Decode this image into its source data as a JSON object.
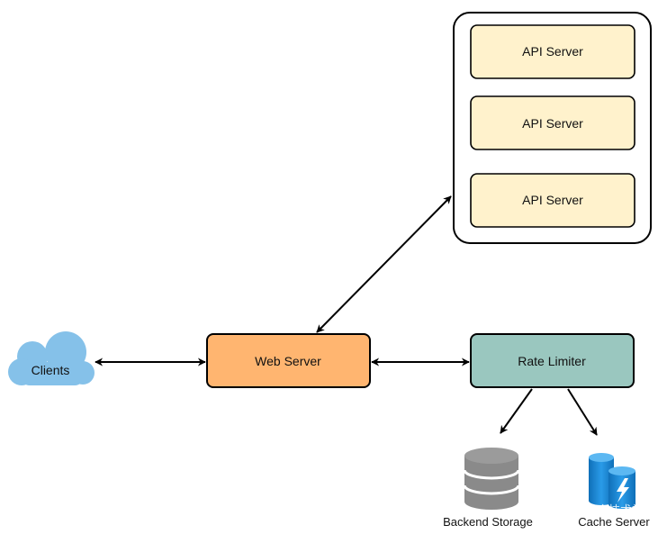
{
  "nodes": {
    "api_servers": [
      "API Server",
      "API Server",
      "API Server"
    ],
    "web_server": "Web Server",
    "rate_limiter": "Rate Limiter",
    "clients": "Clients",
    "backend_storage": "Backend Storage",
    "cache_server": "Cache Server"
  },
  "watermark": "@稀土掘金技术社区",
  "colors": {
    "api_fill": "#fff2cc",
    "web_fill": "#ffb570",
    "rate_fill": "#9ac7bf",
    "cloud_fill": "#85c1e9",
    "db_gray": "#8a8a8a",
    "cache_blue": "#1f8ad6",
    "stroke": "#000000"
  },
  "icons": {
    "clients": "cloud-icon",
    "backend_storage": "database-icon",
    "cache_server": "cache-database-icon"
  }
}
